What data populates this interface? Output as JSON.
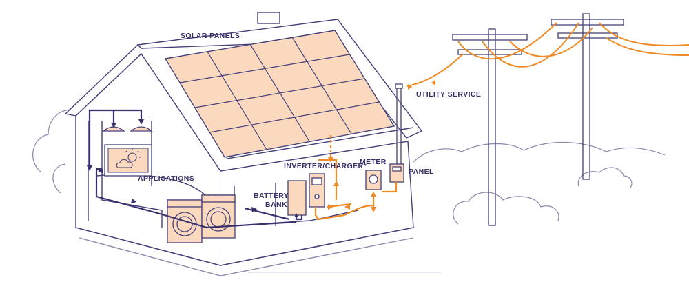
{
  "labels": {
    "solar_panels": "SOLAR PANELS",
    "utility_service": "UTILITY SERVICE",
    "applications": "APPLICATIONS",
    "inverter_charger": "INVERTER/CHARGER*",
    "meter": "METER",
    "panel": "PANEL",
    "battery": "BATTERY",
    "bank": "BANK"
  },
  "colors": {
    "line": "#37306b",
    "outline": "#44407a",
    "scenery": "#8a87ad",
    "panel_fill": "#fbd9bf",
    "orange": "#f08a24",
    "appliance_fill": "#fbd9bf"
  }
}
